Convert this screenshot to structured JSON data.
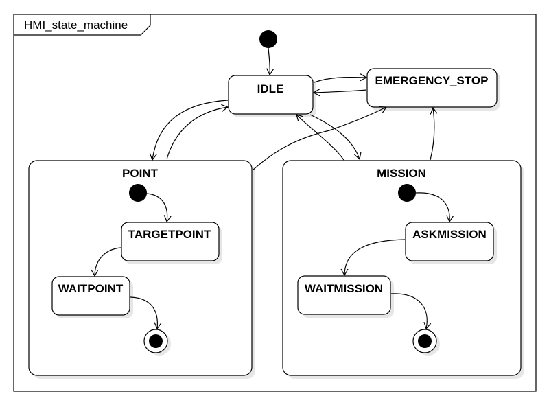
{
  "frame": {
    "title": "HMI_state_machine"
  },
  "states": {
    "idle": "IDLE",
    "emergency_stop": "EMERGENCY_STOP",
    "point": "POINT",
    "mission": "MISSION",
    "targetpoint": "TARGETPOINT",
    "waitpoint": "WAITPOINT",
    "askmission": "ASKMISSION",
    "waitmission": "WAITMISSION"
  },
  "colors": {
    "line": "#000000",
    "background": "#ffffff",
    "shadow": "#e6e6e6"
  }
}
